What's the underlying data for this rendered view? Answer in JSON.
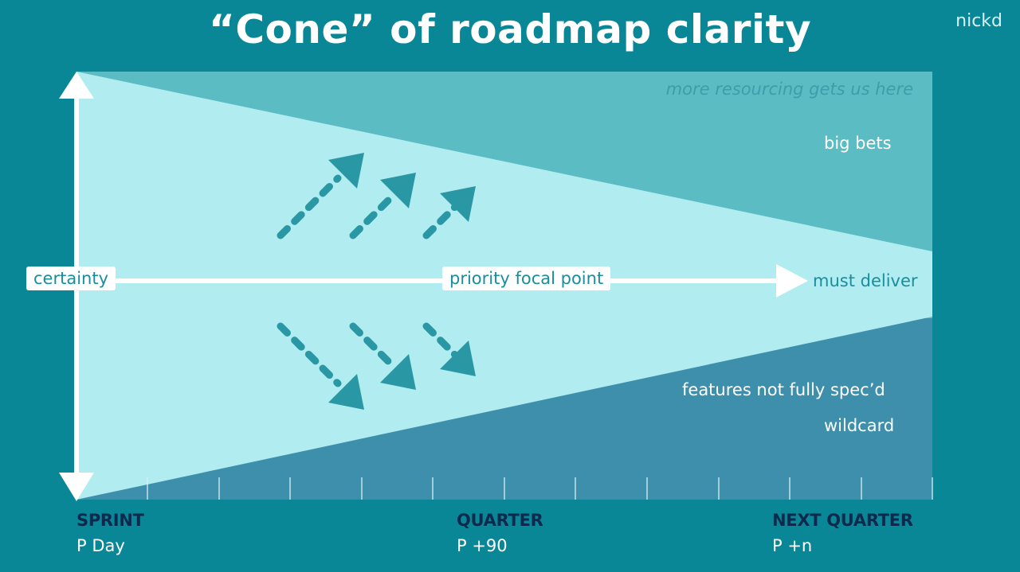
{
  "title": "“Cone” of roadmap clarity",
  "author": "nickd",
  "labels": {
    "more_resourcing": "more resourcing gets us here",
    "big_bets": "big bets",
    "certainty": "certainty",
    "priority": "priority focal point",
    "must_deliver": "must deliver",
    "features": "features not fully spec’d",
    "wildcard": "wildcard"
  },
  "timeline": [
    {
      "name": "SPRINT",
      "sub": "P Day"
    },
    {
      "name": "QUARTER",
      "sub": "P +90"
    },
    {
      "name": "NEXT QUARTER",
      "sub": "P +n"
    }
  ],
  "colors": {
    "background": "#0a8796",
    "cone": "#b0ecf0",
    "upper_zone": "#5cbcc4",
    "lower_zone": "#3d8fac",
    "arrow": "#2a97a4",
    "text_dark": "#0c2a4d"
  }
}
